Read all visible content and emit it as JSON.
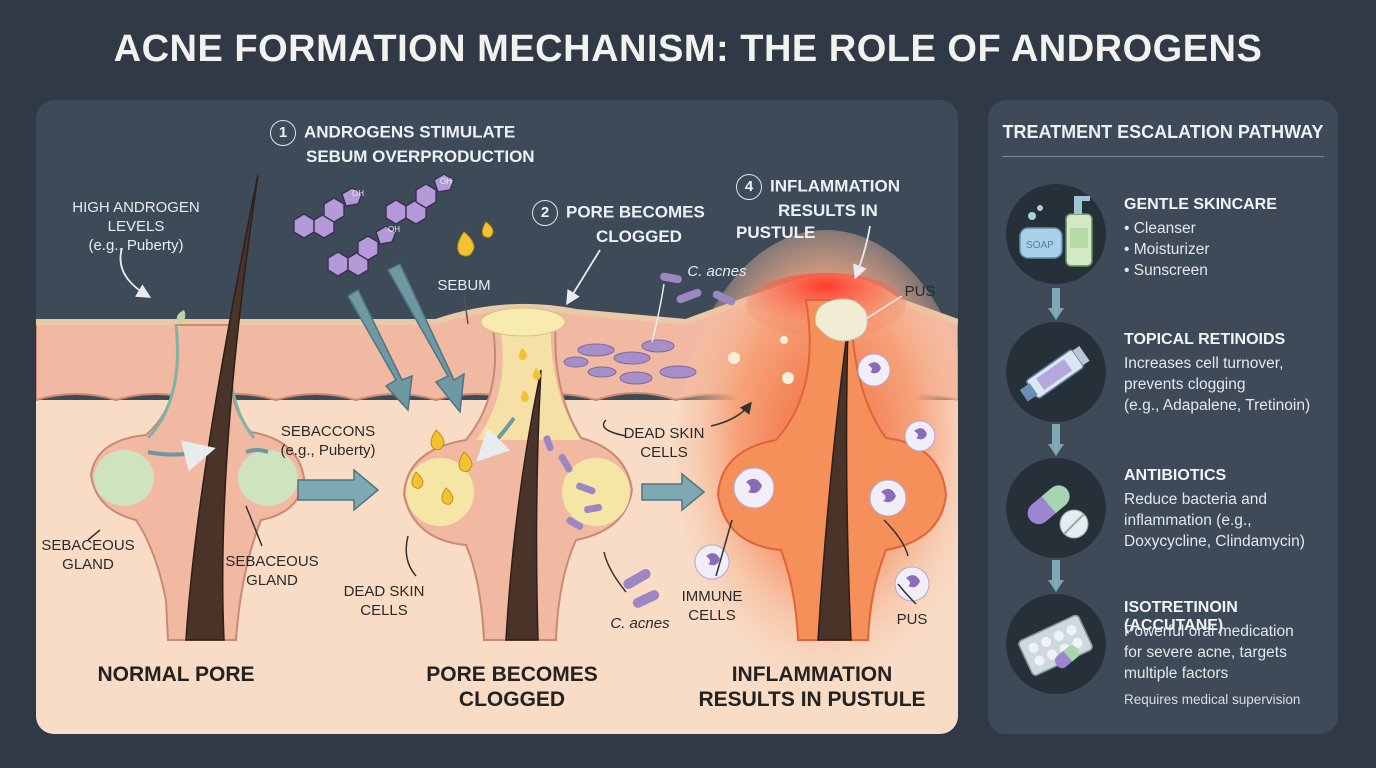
{
  "title": "ACNE FORMATION MECHANISM: THE ROLE OF ANDROGENS",
  "diagram": {
    "step1": {
      "num": "1",
      "line1": "ANDROGENS STIMULATE",
      "line2": "SEBUM OVERPRODUCTION"
    },
    "step2": {
      "num": "2",
      "line1": "PORE BECOMES",
      "line2": "CLOGGED"
    },
    "step4": {
      "num": "4",
      "line1": "INFLAMMATION",
      "line2": "RESULTS IN PUSTULE"
    },
    "high_androgen": {
      "line1": "HIGH ANDROGEN LEVELS",
      "line2": "(e.g., Puberty)"
    },
    "molecule_oh": "OH",
    "sebum": "SEBUM",
    "c_acnes_top": "C. acnes",
    "pus_top": "PUS",
    "sebaceons": {
      "line1": "SEBACCONS",
      "line2": "(e.g., Puberty)"
    },
    "dead_skin_mid": {
      "line1": "DEAD SKIN",
      "line2": "CELLS"
    },
    "sebaceous_left": {
      "line1": "SEBACEOUS",
      "line2": "GLAND"
    },
    "sebaceous_right": {
      "line1": "SEBACEOUS",
      "line2": "GLAND"
    },
    "dead_skin_low": {
      "line1": "DEAD SKIN",
      "line2": "CELLS"
    },
    "c_acnes_low": "C. acnes",
    "immune": {
      "line1": "IMMUNE",
      "line2": "CELLS"
    },
    "pus_low": "PUS",
    "stage_normal": "NORMAL PORE",
    "stage_clogged": {
      "line1": "PORE BECOMES",
      "line2": "CLOGGED"
    },
    "stage_inflamed": {
      "line1": "INFLAMMATION",
      "line2": "RESULTS IN PUSTULE"
    }
  },
  "treatment": {
    "title": "TREATMENT ESCALATION PATHWAY",
    "soap_label": "SOAP",
    "steps": [
      {
        "heading": "GENTLE SKINCARE",
        "items": [
          "• Cleanser",
          "• Moisturizer",
          "• Sunscreen"
        ],
        "icon": "soap-bottle-icon"
      },
      {
        "heading": "TOPICAL RETINOIDS",
        "items": [
          "Increases cell turnover,",
          "prevents clogging",
          "(e.g., Adapalene, Tretinoin)"
        ],
        "icon": "cream-tube-icon"
      },
      {
        "heading": "ANTIBIOTICS",
        "items": [
          "Reduce bacteria and",
          "inflammation (e.g.,",
          "Doxycycline, Clindamycin)"
        ],
        "icon": "pill-capsule-icon"
      },
      {
        "heading": "ISOTRETINOIN (ACCUTANE)",
        "items": [
          "Powerful oral medication",
          "for severe acne, targets",
          "multiple factors"
        ],
        "note": "Requires medical supervision",
        "icon": "blister-pack-icon"
      }
    ]
  },
  "colors": {
    "background": "#2f3a46",
    "skin": "#f6d1b8",
    "sebum": "#f2c232",
    "bacteria": "#9d87c2",
    "inflammation": "#ee4b34",
    "arrow": "#6f98a3"
  }
}
